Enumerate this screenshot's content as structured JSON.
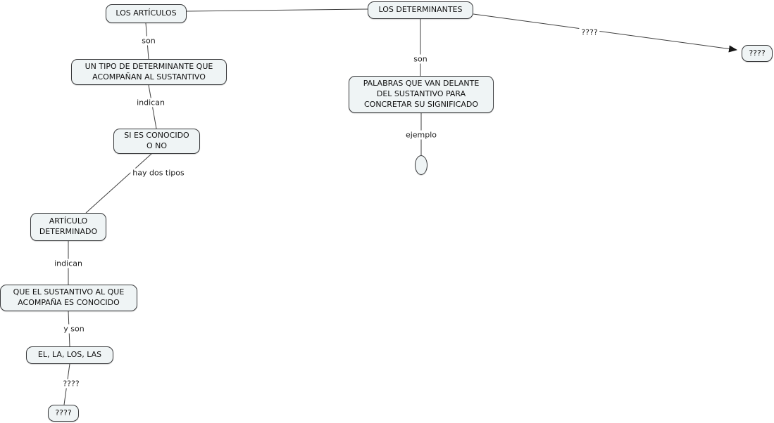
{
  "diagram": {
    "title": "Concept map: Los determinantes / Los artículos",
    "colors": {
      "node_fill": "#eff4f5",
      "node_border": "#38393b",
      "line": "#3f3f3f"
    },
    "nodes": {
      "los_articulos": "LOS ARTÍCULOS",
      "los_determinantes": "LOS DETERMINANTES",
      "unknown_right": "????",
      "tipo_determinante": "UN TIPO DE DETERMINANTE QUE\nACOMPAÑAN AL SUSTANTIVO",
      "palabras_delante": "PALABRAS QUE VAN DELANTE\nDEL SUSTANTIVO PARA\nCONCRETAR SU SIGNIFICADO",
      "si_es_conocido": "SI ES CONOCIDO\nO NO",
      "articulo_determinado": "ARTÍCULO\nDETERMINADO",
      "que_el_sustantivo": "QUE EL SUSTANTIVO AL QUE\nACOMPAÑA ES CONOCIDO",
      "el_la_los_las": "EL, LA, LOS, LAS",
      "unknown_bottom": "????",
      "example_placeholder": ""
    },
    "links": {
      "son_articulos": "son",
      "son_determinantes": "son",
      "unknown_link_right": "????",
      "indican_1": "indican",
      "ejemplo": "ejemplo",
      "hay_dos_tipos": "hay dos tipos",
      "indican_2": "indican",
      "y_son": "y son",
      "unknown_link_bottom": "????"
    }
  }
}
